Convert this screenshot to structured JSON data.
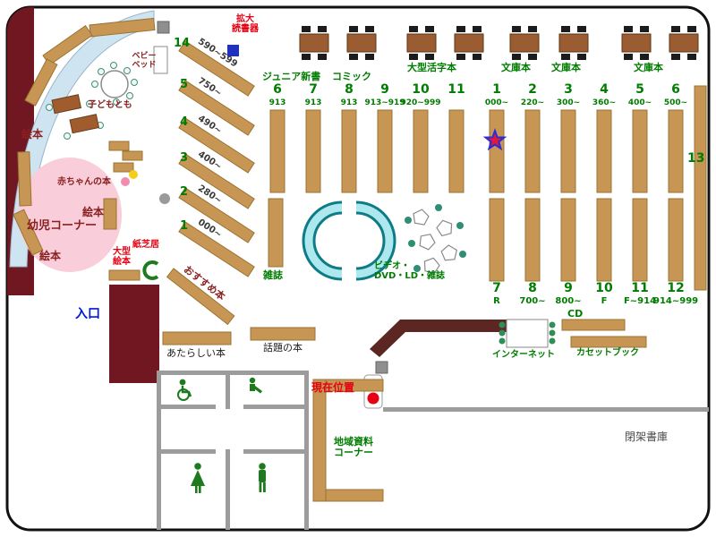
{
  "colors": {
    "shelf": "#c79654",
    "wall_maroon": "#701722",
    "counter": "#5c2723",
    "glass": "#cfe4f1",
    "pink_area": "#f9cdd9",
    "cyan_bench": "#ace8ed",
    "green_label": "#007c00",
    "red_label": "#e60012",
    "maroon_label": "#8a1f1f",
    "blue_label": "#0018d8",
    "wall_gray": "#9c9c9c",
    "table_brown": "#9b5c31",
    "star_fill": "#e3173c",
    "star_stroke": "#2c2cd8"
  },
  "icons": {
    "star": "star-marker",
    "current_location": "you-are-here-marker",
    "wheelchair": "wheelchair-icon",
    "baby_room": "baby-care-icon",
    "women": "women-toilet-icon",
    "men": "men-toilet-icon",
    "magnifier_device": "magnifier-reader-icon"
  },
  "labels": {
    "kakudai": "拡大\n読書器",
    "babybed": "ベビー\nベッド",
    "kodomo": "子どもとも",
    "ehon_a": "絵本",
    "ehon_b": "絵本",
    "ehon_c": "絵本",
    "akachan": "赤ちゃんの本",
    "youji": "幼児コーナー",
    "ogata": "大型\n絵本",
    "kamishibai": "紙芝居",
    "osusume": "おすすめ本",
    "iriguchi": "入口",
    "junior": "ジュニア新書",
    "comic": "コミック",
    "katsuji": "大型活字本",
    "bunko_a": "文庫本",
    "bunko_b": "文庫本",
    "bunko_c": "文庫本",
    "zasshi": "雑誌",
    "video": "ビデオ・\nDVD・LD・雑誌",
    "num13": "13",
    "atarashii": "あたらしい本",
    "wadai": "話題の本",
    "genzai": "現在位置",
    "cd": "CD",
    "internet": "インターネット",
    "cassette": "カセットブック",
    "chiiki": "地域資料\nコーナー",
    "heika": "閉架書庫"
  },
  "diagonal_shelves": [
    {
      "no": "14",
      "range": "590~599"
    },
    {
      "no": "5",
      "range": "750~"
    },
    {
      "no": "4",
      "range": "490~"
    },
    {
      "no": "3",
      "range": "400~"
    },
    {
      "no": "2",
      "range": "280~"
    },
    {
      "no": "1",
      "range": "000~"
    }
  ],
  "top_columns": [
    {
      "no": "6",
      "range": "913"
    },
    {
      "no": "7",
      "range": "913"
    },
    {
      "no": "8",
      "range": "913"
    },
    {
      "no": "9",
      "range": "913~919"
    },
    {
      "no": "10",
      "range": "920~999"
    },
    {
      "no": "11",
      "range": ""
    },
    {
      "no": "1",
      "range": "000~"
    },
    {
      "no": "2",
      "range": "220~"
    },
    {
      "no": "3",
      "range": "300~"
    },
    {
      "no": "4",
      "range": "360~"
    },
    {
      "no": "5",
      "range": "400~"
    },
    {
      "no": "6",
      "range": "500~"
    }
  ],
  "bottom_columns": [
    {
      "no": "7",
      "range": "R"
    },
    {
      "no": "8",
      "range": "700~"
    },
    {
      "no": "9",
      "range": "800~"
    },
    {
      "no": "10",
      "range": "F"
    },
    {
      "no": "11",
      "range": "F~914"
    },
    {
      "no": "12",
      "range": "914~999"
    }
  ]
}
